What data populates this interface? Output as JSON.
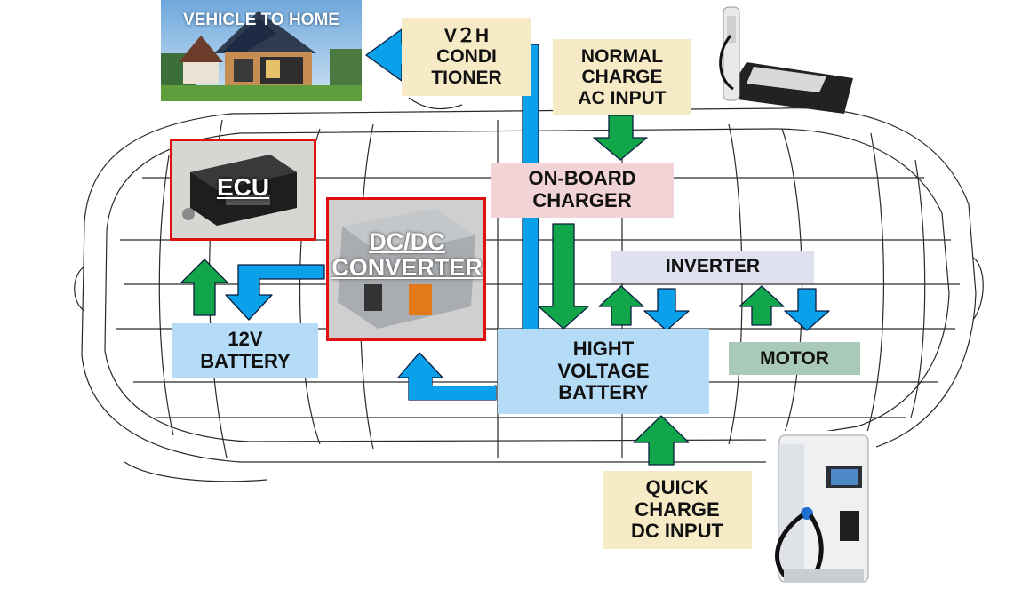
{
  "house": {
    "title": "VEHICLE TO HOME"
  },
  "v2h": {
    "label": "V２H\nCONDI\nTIONER"
  },
  "normal_charge": {
    "label": "NORMAL\nCHARGE\nAC INPUT"
  },
  "onboard_charger": {
    "label": "ON-BOARD\nCHARGER"
  },
  "inverter": {
    "label": "INVERTER"
  },
  "motor": {
    "label": "MOTOR"
  },
  "hv_battery": {
    "label": "HIGHT\nVOLTAGE\nBATTERY"
  },
  "battery_12v": {
    "label": "12V\nBATTERY"
  },
  "ecu": {
    "label": "ECU"
  },
  "dcdc": {
    "label": "DC/DC\nCONVERTER"
  },
  "quick_charge": {
    "label": "QUICK\nCHARGE\nDC INPUT"
  },
  "colors": {
    "flow_blue": "#0aa0ea",
    "flow_green": "#12a64a",
    "highlight_red": "#e01010"
  }
}
